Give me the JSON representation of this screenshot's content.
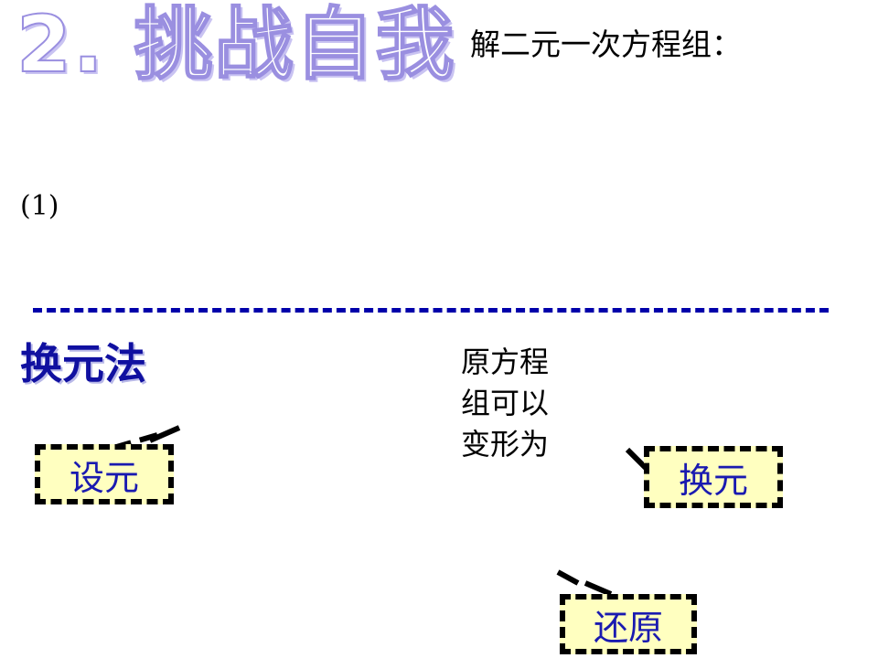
{
  "title": "2. 挑战自我",
  "subtitle": "解二元一次方程组：",
  "problem_label": "(1)",
  "method": "换元法",
  "description": "原方程组可以变形为",
  "steps": {
    "set_variable": "设元",
    "substitute": "换元",
    "restore": "还原"
  },
  "colors": {
    "title_outline": "#9a8fe0",
    "divider": "#0000aa",
    "method_text": "#1010a0",
    "callout_fill": "#ffffc0",
    "callout_text": "#1a1ab0"
  }
}
